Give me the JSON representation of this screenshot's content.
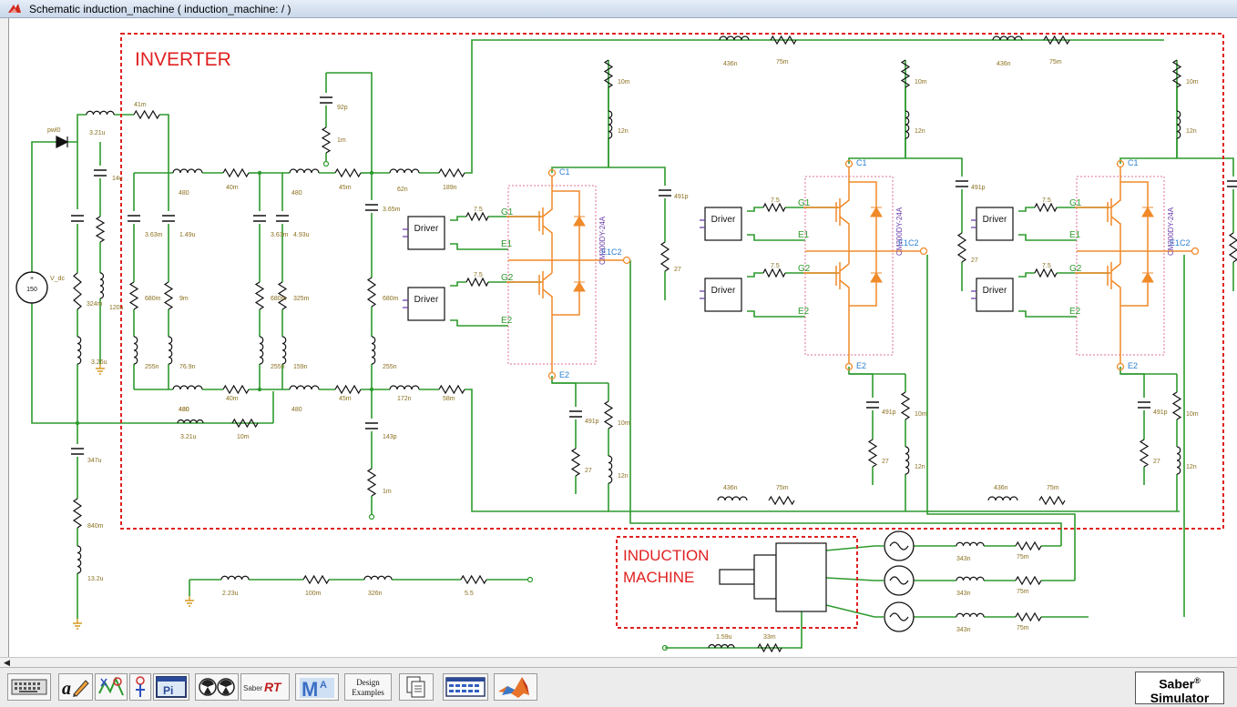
{
  "window": {
    "title": "Schematic induction_machine ( induction_machine: / )"
  },
  "colors": {
    "wire": "#2d9a2d",
    "resistor": "#111111",
    "label": "#8a6f1e",
    "block": "#e02020",
    "igbt": "#f08a2a",
    "pin": "#2a7fd0",
    "part": "#6a3aa8"
  },
  "labels": {
    "inverter": "INVERTER",
    "induction_line1": "INDUCTION",
    "induction_line2": "MACHINE",
    "driver": "Driver",
    "igbt_part": "CM200DY-24A",
    "source_value": "150",
    "source_name": "V_dc",
    "pwl": "pwl0",
    "pin_c1": "C1",
    "pin_e2": "E2",
    "pin_e1c2": "E1C2",
    "gate_g1": "G1",
    "gate_e1": "E1",
    "gate_g2": "G2",
    "gate_e2": "E2",
    "r_gate": "7.5"
  },
  "values": {
    "v3_21u": "3.21u",
    "v41m": "41m",
    "v14u": "14u",
    "v480": "480",
    "v40m": "40m",
    "v45m": "45m",
    "v62n": "62n",
    "v189n": "189n",
    "v92p": "92p",
    "v1m": "1m",
    "v3_65m": "3.65m",
    "v3_63m": "3.63m",
    "v1_49u": "1.49u",
    "v4_93u": "4.93u",
    "v680m": "680m",
    "v9m": "9m",
    "v325m": "325m",
    "v255n": "255n",
    "v76_9n": "76.9n",
    "v159n": "159n",
    "v172n": "172n",
    "v58m": "58m",
    "v10m": "10m",
    "v143p": "143p",
    "v347u": "347u",
    "v840m": "840m",
    "v13_2u": "13.2u",
    "v324m": "324m",
    "v120u": "120u",
    "v3_26u": "3.26u",
    "v436n": "436n",
    "v75m": "75m",
    "v12n": "12n",
    "v491p": "491p",
    "v27": "27",
    "v2_23u": "2.23u",
    "v100m": "100m",
    "v326n": "326n",
    "v5_5": "5.5",
    "v343n": "343n",
    "v1_59u": "1.59u",
    "v33m": "33m"
  },
  "toolbar": {
    "buttons": [
      {
        "icon": "keyboard-icon"
      },
      {
        "icon": "text-pencil-icon"
      },
      {
        "icon": "parts-icon"
      },
      {
        "icon": "probe-icon"
      },
      {
        "icon": "radiation-icon"
      },
      {
        "icon": "saber-rt-icon",
        "label": "SaberRT"
      },
      {
        "icon": "matlab-m-icon"
      },
      {
        "icon": "design-examples-icon",
        "label1": "Design",
        "label2": "Examples"
      },
      {
        "icon": "documents-icon"
      },
      {
        "icon": "grid-table-icon"
      },
      {
        "icon": "matlab-logo-icon"
      }
    ],
    "brand": "Saber",
    "brand_mark": "®",
    "brand_sub": "Simulator"
  }
}
